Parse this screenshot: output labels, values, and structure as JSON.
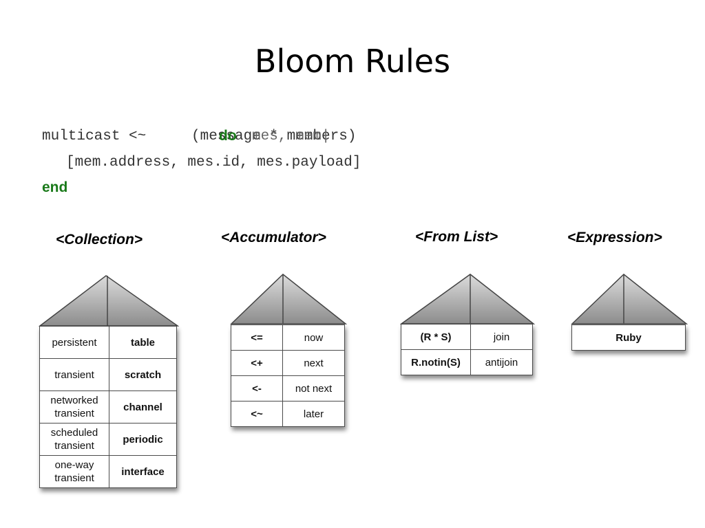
{
  "title": "Bloom Rules",
  "code": {
    "line1_prefix": "multicast <~",
    "line1_overlap": "(message * members)",
    "line1_overlap_ghost": "mes, mem|",
    "line1_keyword": "do",
    "line2": "[mem.address, mes.id, mes.payload]",
    "line3_keyword": "end"
  },
  "collection": {
    "header": "<Collection>",
    "rows": [
      {
        "left": "persistent",
        "right": "table"
      },
      {
        "left": "transient",
        "right": "scratch"
      },
      {
        "left": "networked\ntransient",
        "right": "channel"
      },
      {
        "left": "scheduled\ntransient",
        "right": "periodic"
      },
      {
        "left": "one-way\ntransient",
        "right": "interface"
      }
    ]
  },
  "accumulator": {
    "header": "<Accumulator>",
    "rows": [
      {
        "left": "<=",
        "right": "now"
      },
      {
        "left": "<+",
        "right": "next"
      },
      {
        "left": "<-",
        "right": "not next"
      },
      {
        "left": "<~",
        "right": "later"
      }
    ]
  },
  "fromlist": {
    "header": "<From List>",
    "rows": [
      {
        "left": "(R * S)",
        "right": "join"
      },
      {
        "left": "R.notin(S)",
        "right": "antijoin"
      }
    ]
  },
  "expression": {
    "header": "<Expression>",
    "rows": [
      {
        "value": "Ruby"
      }
    ]
  },
  "colors": {
    "keyword": "#1a7a1a",
    "roof_top": "#d8d8d8",
    "roof_bottom": "#8c8c8c"
  }
}
